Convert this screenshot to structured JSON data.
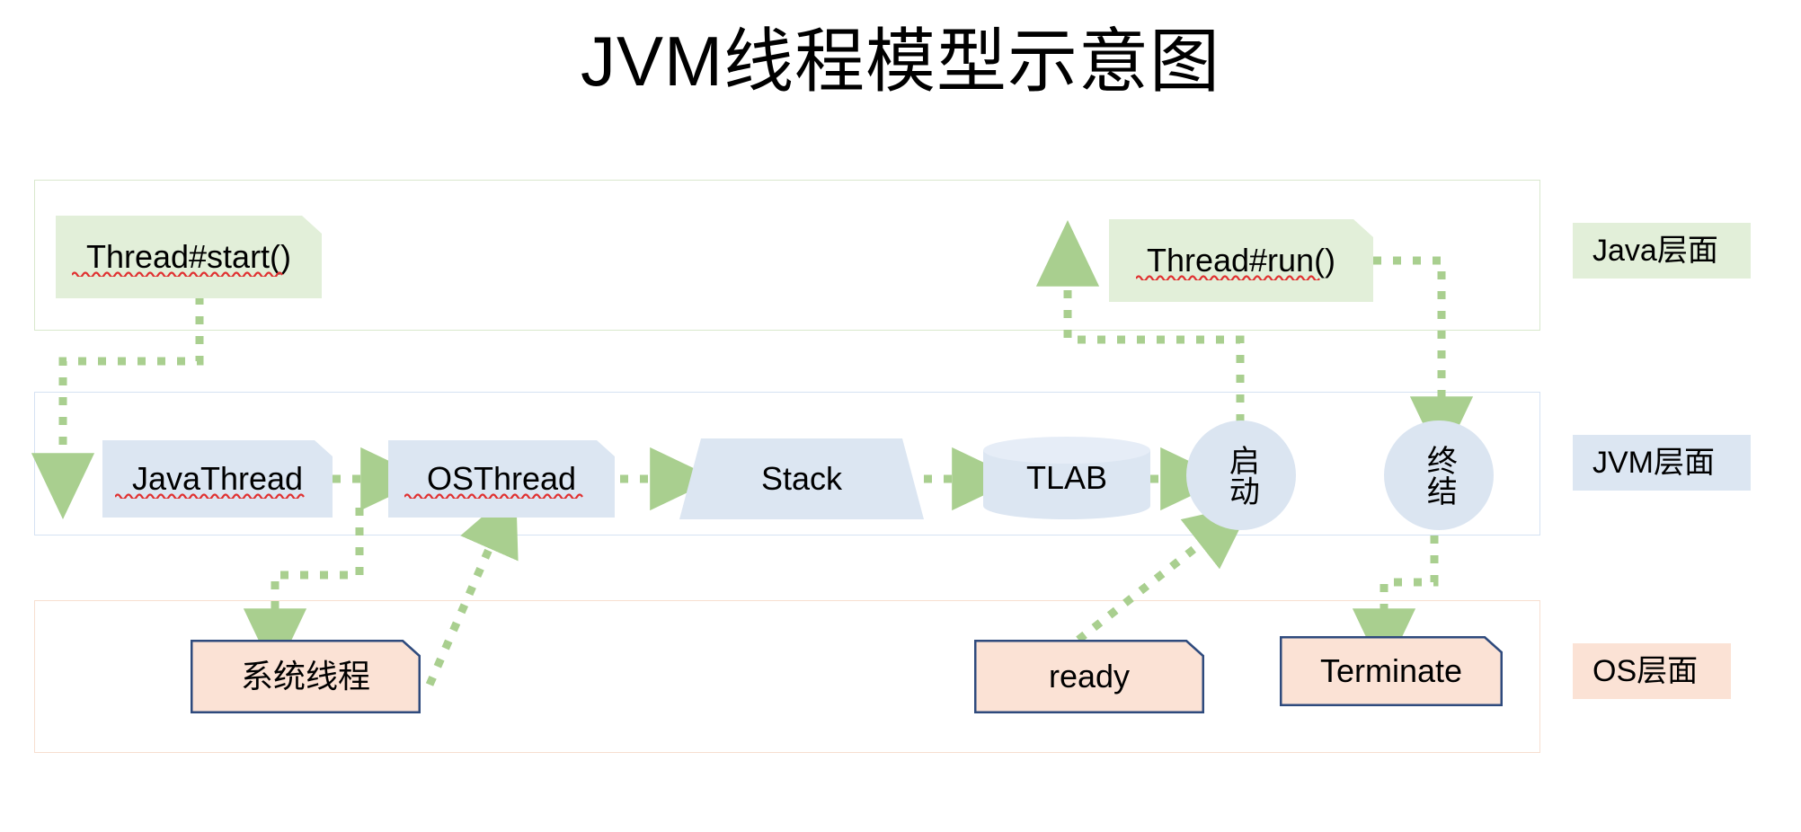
{
  "title": "JVM线程模型示意图",
  "layers": [
    {
      "key": "java",
      "legend_label": "Java层面",
      "color": "#e2efd9",
      "border": "#d9e8cd"
    },
    {
      "key": "jvm",
      "legend_label": "JVM层面",
      "color": "#dce6f2",
      "border": "#d5e2f3"
    },
    {
      "key": "os",
      "legend_label": "OS层面",
      "color": "#fbe2d5",
      "border": "#f7dfd0"
    }
  ],
  "nodes": {
    "thread_start": {
      "label": "Thread#start()",
      "shape": "note",
      "layer": "java",
      "fill": "#e2efd9"
    },
    "thread_run": {
      "label": "Thread#run()",
      "shape": "note",
      "layer": "java",
      "fill": "#e2efd9"
    },
    "java_thread": {
      "label": "JavaThread",
      "shape": "note",
      "layer": "jvm",
      "fill": "#dce6f2"
    },
    "os_thread": {
      "label": "OSThread",
      "shape": "note",
      "layer": "jvm",
      "fill": "#dce6f2"
    },
    "stack": {
      "label": "Stack",
      "shape": "trapezoid",
      "layer": "jvm",
      "fill": "#dce6f2"
    },
    "tlab": {
      "label": "TLAB",
      "shape": "cylinder",
      "layer": "jvm",
      "fill": "#dce6f2"
    },
    "qidong": {
      "label": "启动",
      "shape": "circle",
      "layer": "jvm",
      "fill": "#dbe5f1"
    },
    "zhongjie": {
      "label": "终结",
      "shape": "circle",
      "layer": "jvm",
      "fill": "#dbe5f1"
    },
    "system_thread": {
      "label": "系统线程",
      "shape": "note",
      "layer": "os",
      "fill": "#fbe2d5",
      "stroke": "#2e4a7d"
    },
    "ready": {
      "label": "ready",
      "shape": "note",
      "layer": "os",
      "fill": "#fbe2d5",
      "stroke": "#2e4a7d"
    },
    "terminate": {
      "label": "Terminate",
      "shape": "note",
      "layer": "os",
      "fill": "#fbe2d5",
      "stroke": "#2e4a7d"
    }
  },
  "connectors": [
    {
      "from": "thread_start",
      "to": "java_thread",
      "style": "dotted"
    },
    {
      "from": "java_thread",
      "to": "os_thread",
      "style": "dotted"
    },
    {
      "from": "java_thread",
      "to": "system_thread",
      "style": "dotted"
    },
    {
      "from": "system_thread",
      "to": "os_thread",
      "style": "dotted"
    },
    {
      "from": "os_thread",
      "to": "stack",
      "style": "dotted"
    },
    {
      "from": "stack",
      "to": "tlab",
      "style": "dotted"
    },
    {
      "from": "tlab",
      "to": "qidong",
      "style": "dotted"
    },
    {
      "from": "ready",
      "to": "qidong",
      "style": "dotted"
    },
    {
      "from": "qidong",
      "to": "thread_run",
      "style": "dotted"
    },
    {
      "from": "thread_run",
      "to": "zhongjie",
      "style": "dotted"
    },
    {
      "from": "zhongjie",
      "to": "terminate",
      "style": "dotted"
    }
  ],
  "accent": {
    "connector": "#a9cf8f",
    "arrow": "#a9cf8f",
    "spellcheck": "#e03131"
  }
}
